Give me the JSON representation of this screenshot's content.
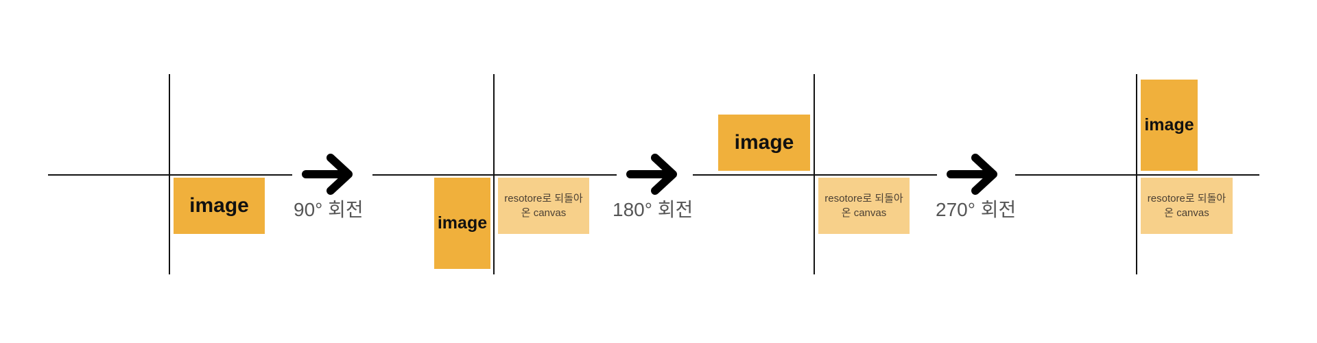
{
  "colors": {
    "image_fill": "#f0b03c",
    "canvas_fill": "#f7d08a",
    "axis": "#111111",
    "arrow": "#000000"
  },
  "panels": [
    {
      "image_label": "image"
    },
    {
      "image_label": "image",
      "canvas_label_1": "resotore로 되돌아",
      "canvas_label_2": "온 canvas"
    },
    {
      "image_label": "image",
      "canvas_label_1": "resotore로 되돌아",
      "canvas_label_2": "온 canvas"
    },
    {
      "image_label": "image",
      "canvas_label_1": "resotore로 되돌아",
      "canvas_label_2": "온 canvas"
    }
  ],
  "steps": [
    {
      "label": "90° 회전",
      "icon": "arrow-right-icon"
    },
    {
      "label": "180° 회전",
      "icon": "arrow-right-icon"
    },
    {
      "label": "270° 회전",
      "icon": "arrow-right-icon"
    }
  ]
}
